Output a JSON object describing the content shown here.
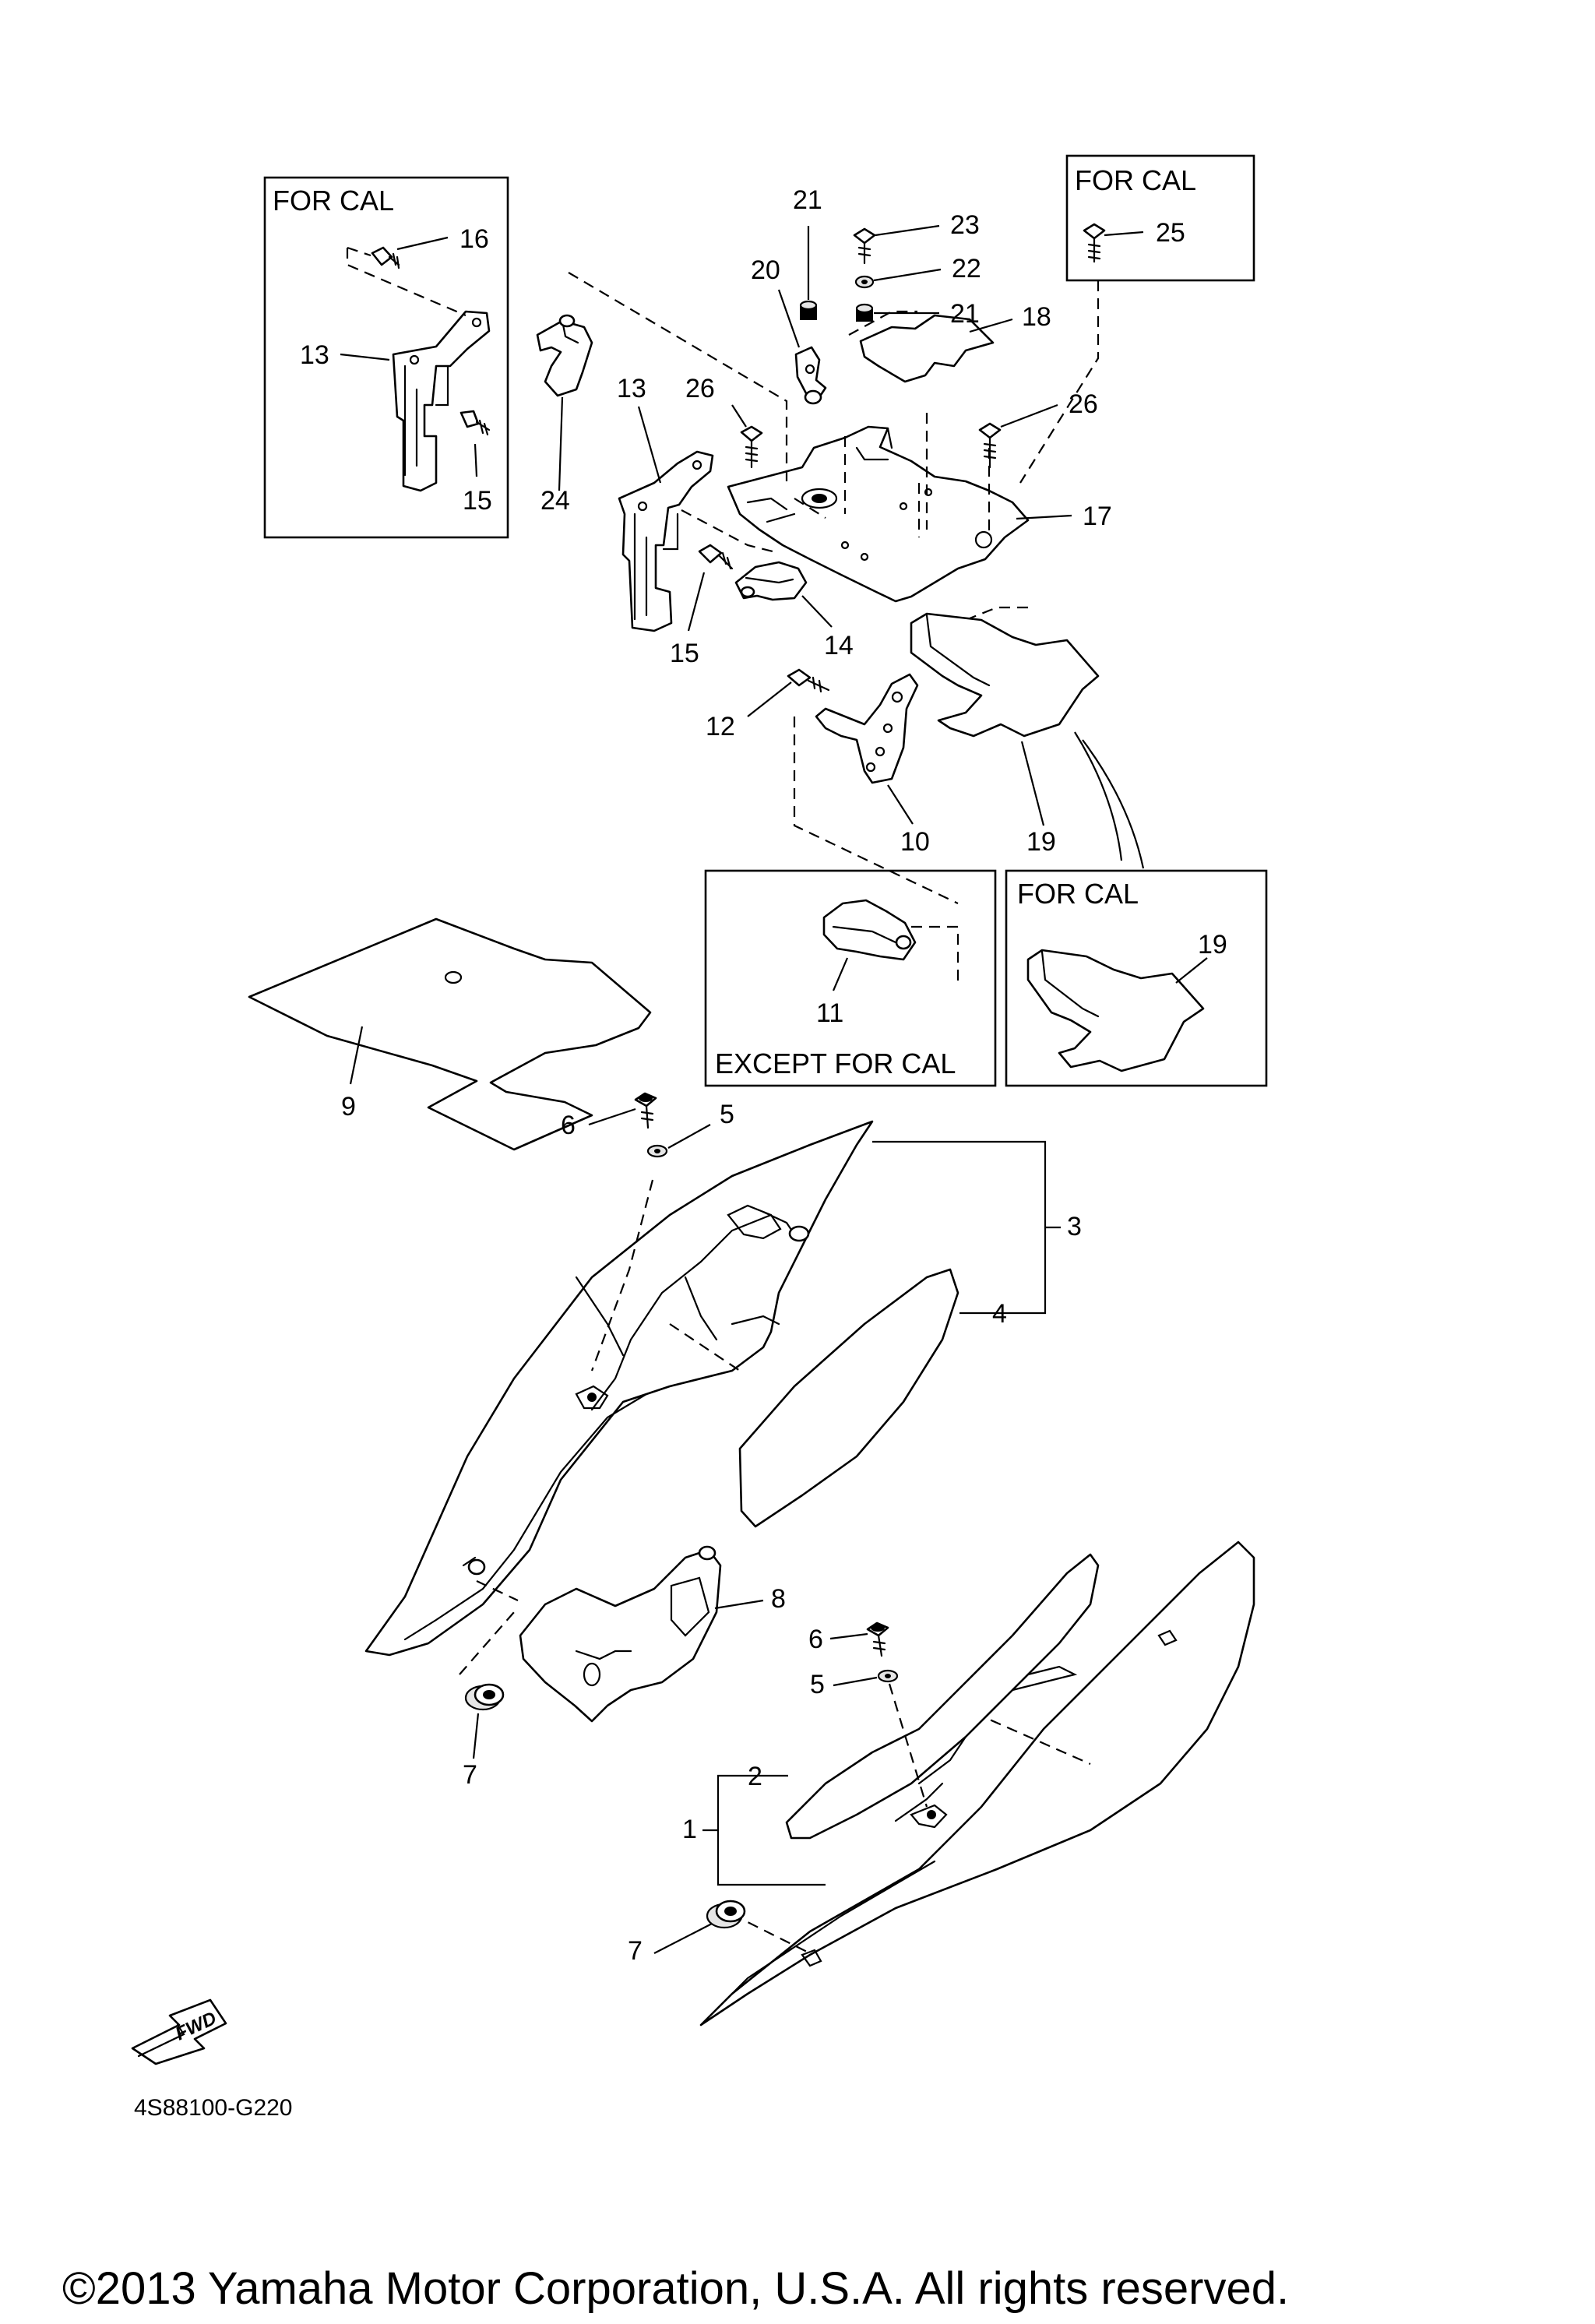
{
  "callouts": {
    "n1": "1",
    "n2": "2",
    "n3": "3",
    "n4": "4",
    "n5a": "5",
    "n5b": "5",
    "n6a": "6",
    "n6b": "6",
    "n7a": "7",
    "n7b": "7",
    "n8": "8",
    "n9": "9",
    "n10": "10",
    "n11": "11",
    "n12": "12",
    "n13a": "13",
    "n13b": "13",
    "n14": "14",
    "n15a": "15",
    "n15b": "15",
    "n16": "16",
    "n17": "17",
    "n18": "18",
    "n19a": "19",
    "n19b": "19",
    "n20": "20",
    "n21a": "21",
    "n21b": "21",
    "n22": "22",
    "n23": "23",
    "n24": "24",
    "n25": "25",
    "n26a": "26",
    "n26b": "26"
  },
  "boxes": {
    "for_cal_left": "FOR CAL",
    "for_cal_right": "FOR CAL",
    "for_cal_lower": "FOR CAL",
    "except_for_cal": "EXCEPT FOR CAL"
  },
  "fwd_label": "FWD",
  "diagram_code": "4S88100-G220",
  "copyright": "©2013 Yamaha Motor Corporation, U.S.A. All rights reserved."
}
